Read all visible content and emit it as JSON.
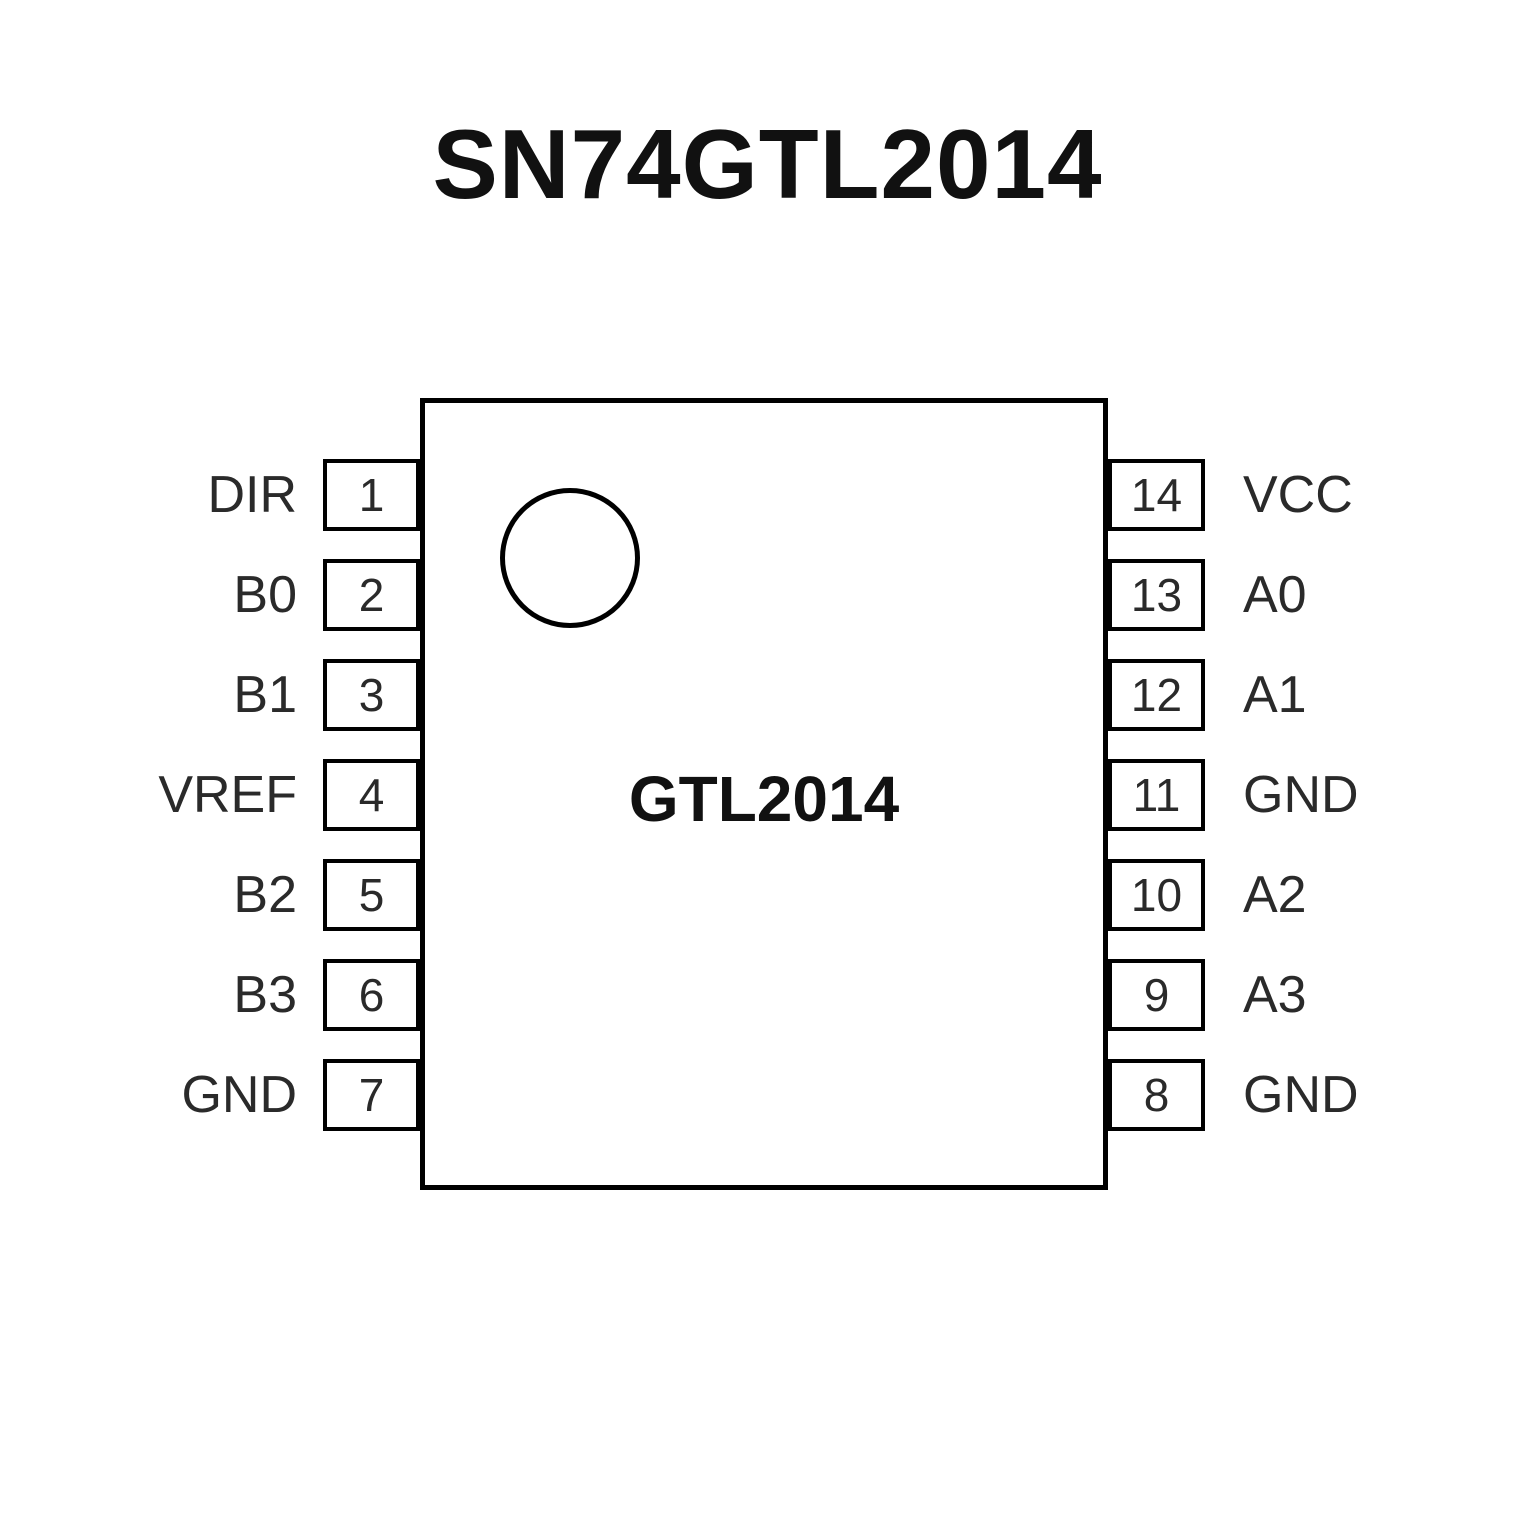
{
  "title": "SN74GTL2014",
  "chip": {
    "label": "GTL2014"
  },
  "left_pins": [
    {
      "number": "1",
      "name": "DIR"
    },
    {
      "number": "2",
      "name": "B0"
    },
    {
      "number": "3",
      "name": "B1"
    },
    {
      "number": "4",
      "name": "VREF"
    },
    {
      "number": "5",
      "name": "B2"
    },
    {
      "number": "6",
      "name": "B3"
    },
    {
      "number": "7",
      "name": "GND"
    }
  ],
  "right_pins": [
    {
      "number": "14",
      "name": "VCC"
    },
    {
      "number": "13",
      "name": "A0"
    },
    {
      "number": "12",
      "name": "A1"
    },
    {
      "number": "11",
      "name": "GND"
    },
    {
      "number": "10",
      "name": "A2"
    },
    {
      "number": "9",
      "name": "A3"
    },
    {
      "number": "8",
      "name": "GND"
    }
  ],
  "colors": {
    "outline": "#000000",
    "background": "#ffffff",
    "text": "#1a1a1a"
  }
}
